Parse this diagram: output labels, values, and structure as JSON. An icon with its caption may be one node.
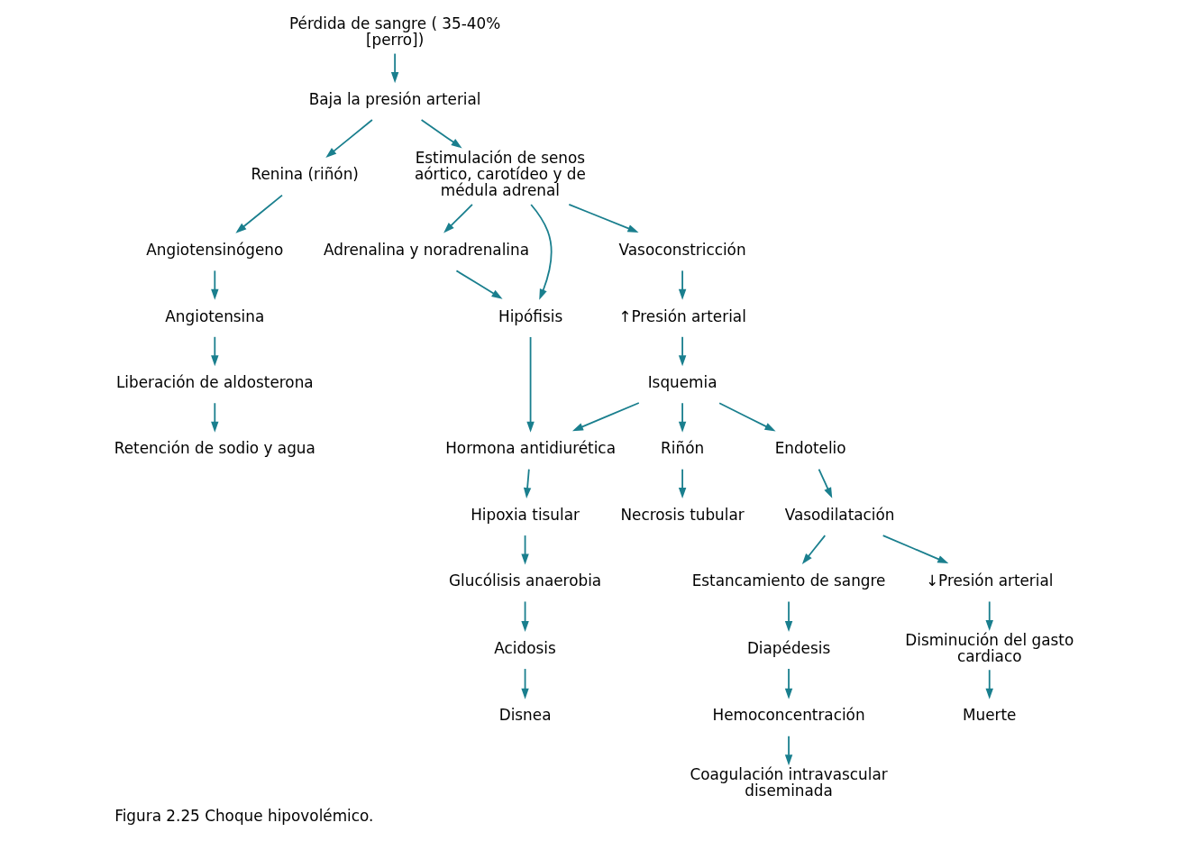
{
  "diagram": {
    "caption": "Figura 2.25 Choque hipovolémico.",
    "nodes": [
      {
        "text": [
          "Pérdida de sangre ( 35-40% [perro])"
        ]
      },
      {
        "text": [
          "Baja la presión arterial"
        ]
      },
      {
        "text": [
          "Renina (riñón)"
        ]
      },
      {
        "text": [
          "Estimulación de senos aórtico, carotídeo y de médula adrenal"
        ]
      },
      {
        "text": [
          "Angiotensinógeno"
        ]
      },
      {
        "text": [
          "Angiotensina"
        ]
      },
      {
        "text": [
          "Liberación de aldosterona"
        ]
      },
      {
        "text": [
          "Retención de sodio y agua"
        ]
      },
      {
        "text": [
          "Vasoconstricción"
        ]
      },
      {
        "text": [
          "Adrenalina y noradrenalina"
        ]
      },
      {
        "text": [
          "↑Presión arterial"
        ]
      },
      {
        "text": [
          "Hipófisis"
        ]
      },
      {
        "text": [
          "Isquemia"
        ]
      },
      {
        "text": [
          "Hormona antidiurética"
        ]
      },
      {
        "text": [
          "Riñón"
        ]
      },
      {
        "text": [
          "Endotelio"
        ]
      },
      {
        "text": [
          "Necrosis tubular"
        ]
      },
      {
        "text": [
          "Vasodilatación"
        ]
      },
      {
        "text": [
          "Hipoxia tisular"
        ]
      },
      {
        "text": [
          "Glucólisis anaerobia"
        ]
      },
      {
        "text": [
          "↓Presión arterial"
        ]
      },
      {
        "text": [
          "Estancamiento de sangre"
        ]
      },
      {
        "text": [
          "Acidosis"
        ]
      },
      {
        "text": [
          "Disminución del gasto cardiaco"
        ]
      },
      {
        "text": [
          "Diapédesis"
        ]
      },
      {
        "text": [
          "Disnea"
        ]
      },
      {
        "text": [
          "Hemoconcentración"
        ]
      },
      {
        "text": [
          "Muerte"
        ]
      },
      {
        "text": [
          "Coagulación intravascular diseminada"
        ]
      }
    ],
    "edges": [
      {
        "from": 0,
        "to": 1,
        "arrow": "to"
      },
      {
        "from": 1,
        "to": 2,
        "arrow": "to"
      },
      {
        "from": 1,
        "to": 3,
        "arrow": "to"
      },
      {
        "from": 2,
        "to": 4,
        "arrow": "to"
      },
      {
        "from": 4,
        "to": 5,
        "arrow": "to"
      },
      {
        "from": 5,
        "to": 6,
        "arrow": "to"
      },
      {
        "from": 6,
        "to": 7,
        "arrow": "to"
      },
      {
        "from": 3,
        "to": 8,
        "arrow": "to"
      },
      {
        "from": 3,
        "to": 9,
        "arrow": "to"
      },
      {
        "from": 3,
        "to": 11,
        "arrow": "to"
      },
      {
        "from": 8,
        "to": 10,
        "arrow": "to"
      },
      {
        "from": 9,
        "to": 11,
        "arrow": "to"
      },
      {
        "from": 10,
        "to": 12,
        "arrow": "to"
      },
      {
        "from": 11,
        "to": 13,
        "arrow": "to"
      },
      {
        "from": 12,
        "to": 13,
        "arrow": "to"
      },
      {
        "from": 12,
        "to": 14,
        "arrow": "to"
      },
      {
        "from": 12,
        "to": 15,
        "arrow": "to"
      },
      {
        "from": 14,
        "to": 16,
        "arrow": "to"
      },
      {
        "from": 15,
        "to": 17,
        "arrow": "to"
      },
      {
        "from": 13,
        "to": 18,
        "arrow": "to"
      },
      {
        "from": 18,
        "to": 19,
        "arrow": "to"
      },
      {
        "from": 19,
        "to": 22,
        "arrow": "to"
      },
      {
        "from": 22,
        "to": 25,
        "arrow": "to"
      },
      {
        "from": 17,
        "to": 20,
        "arrow": "to"
      },
      {
        "from": 17,
        "to": 21,
        "arrow": "to"
      },
      {
        "from": 20,
        "to": 23,
        "arrow": "to"
      },
      {
        "from": 23,
        "to": 27,
        "arrow": "to"
      },
      {
        "from": 21,
        "to": 24,
        "arrow": "to"
      },
      {
        "from": 24,
        "to": 26,
        "arrow": "to"
      },
      {
        "from": 26,
        "to": 28,
        "arrow": "to"
      }
    ]
  }
}
